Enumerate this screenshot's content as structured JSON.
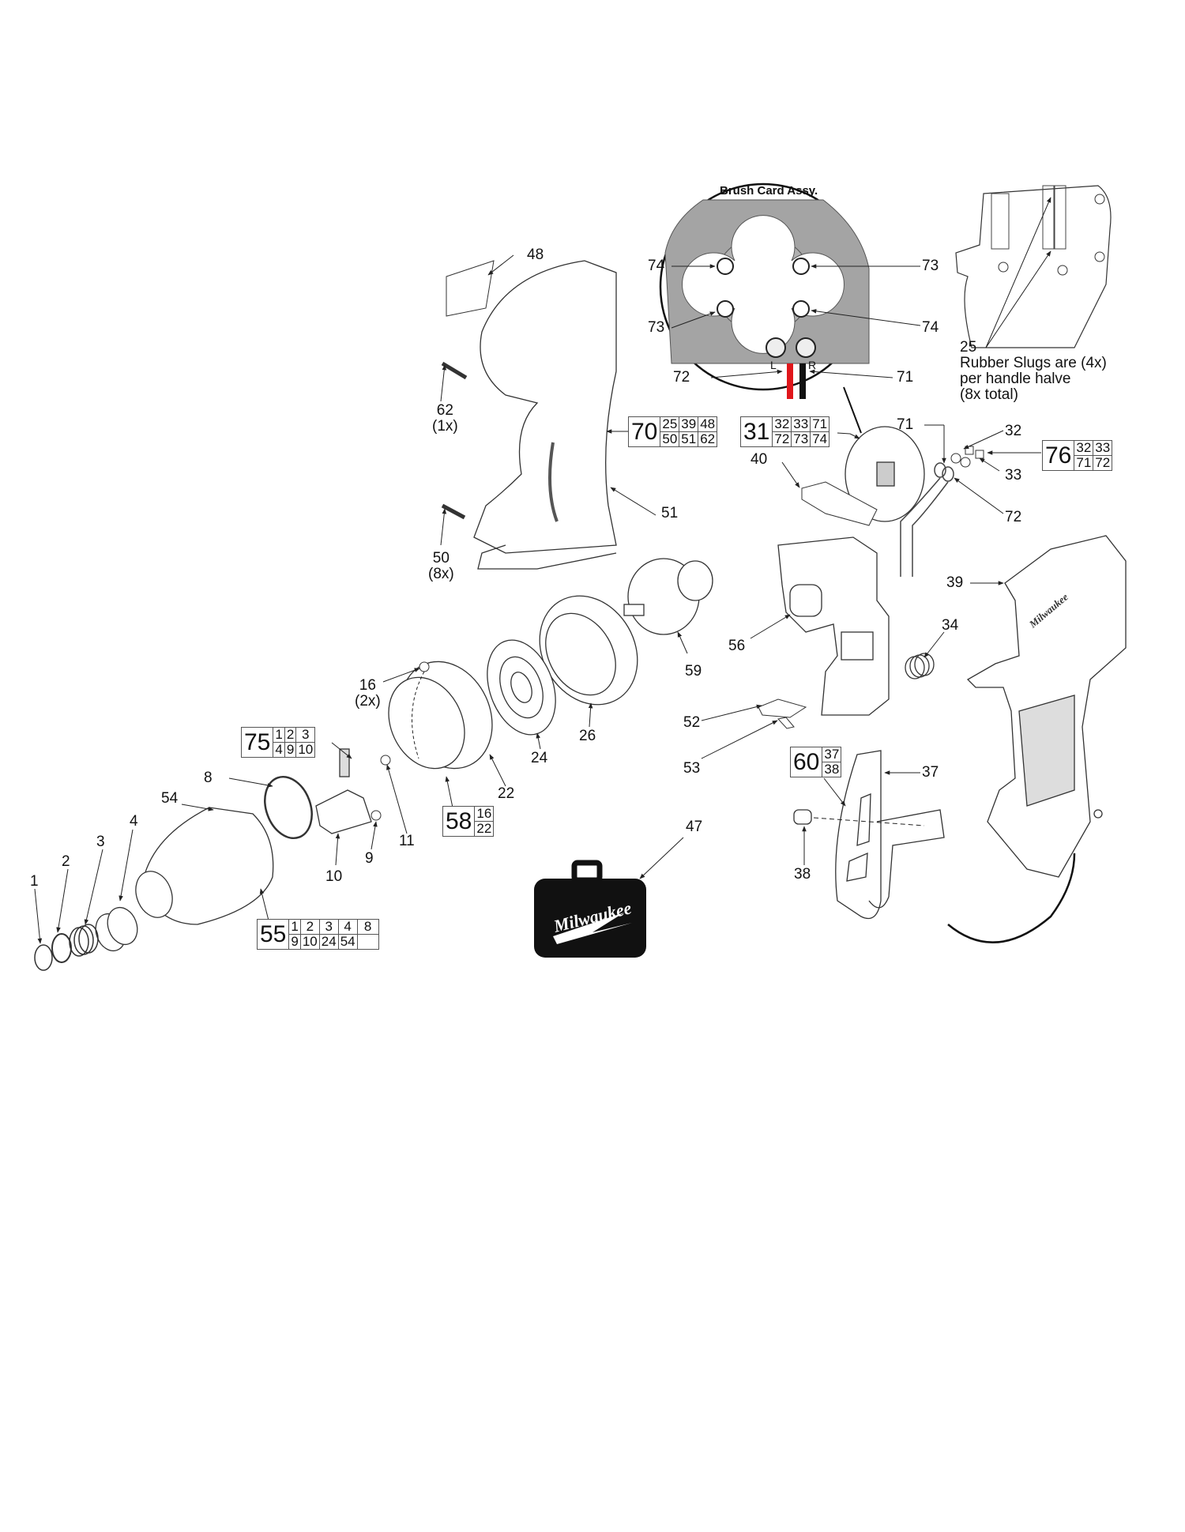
{
  "brush_card_inset": {
    "title": "Brush Card Assy.",
    "polarity_left": "L",
    "polarity_right": "R",
    "callouts": [
      "74",
      "73",
      "73",
      "74",
      "72",
      "71"
    ],
    "wire_colors": {
      "left": "#e0161b",
      "right": "#111111"
    }
  },
  "rubber_slug_inset": {
    "part": "25",
    "note_lines": [
      "Rubber Slugs are (4x)",
      "per handle halve",
      "(8x total)"
    ]
  },
  "part_labels": [
    {
      "id": "48"
    },
    {
      "id": "62",
      "qty": "(1x)"
    },
    {
      "id": "50",
      "qty": "(8x)"
    },
    {
      "id": "51"
    },
    {
      "id": "71"
    },
    {
      "id": "32"
    },
    {
      "id": "33"
    },
    {
      "id": "72"
    },
    {
      "id": "40"
    },
    {
      "id": "39"
    },
    {
      "id": "34"
    },
    {
      "id": "56"
    },
    {
      "id": "59"
    },
    {
      "id": "26"
    },
    {
      "id": "24"
    },
    {
      "id": "22"
    },
    {
      "id": "16",
      "qty": "(2x)"
    },
    {
      "id": "52"
    },
    {
      "id": "53"
    },
    {
      "id": "37"
    },
    {
      "id": "38"
    },
    {
      "id": "47"
    },
    {
      "id": "8"
    },
    {
      "id": "11"
    },
    {
      "id": "9"
    },
    {
      "id": "10"
    },
    {
      "id": "54"
    },
    {
      "id": "4"
    },
    {
      "id": "3"
    },
    {
      "id": "2"
    },
    {
      "id": "1"
    }
  ],
  "kits": {
    "k70": {
      "kit": "70",
      "rows": [
        [
          "25",
          "39",
          "48"
        ],
        [
          "50",
          "51",
          "62"
        ]
      ]
    },
    "k31": {
      "kit": "31",
      "rows": [
        [
          "32",
          "33",
          "71"
        ],
        [
          "72",
          "73",
          "74"
        ]
      ]
    },
    "k76": {
      "kit": "76",
      "rows": [
        [
          "32",
          "33"
        ],
        [
          "71",
          "72"
        ]
      ]
    },
    "k75": {
      "kit": "75",
      "rows": [
        [
          "1",
          "2",
          "3"
        ],
        [
          "4",
          "9",
          "10"
        ]
      ]
    },
    "k58": {
      "kit": "58",
      "rows": [
        [
          "16"
        ],
        [
          "22"
        ]
      ]
    },
    "k55": {
      "kit": "55",
      "rows": [
        [
          "1",
          "2",
          "3",
          "4",
          "8"
        ],
        [
          "9",
          "10",
          "24",
          "54",
          ""
        ]
      ]
    },
    "k60": {
      "kit": "60",
      "rows": [
        [
          "37"
        ],
        [
          "38"
        ]
      ]
    }
  },
  "case_logo": "Milwaukee",
  "housing_logo": "Milwaukee"
}
